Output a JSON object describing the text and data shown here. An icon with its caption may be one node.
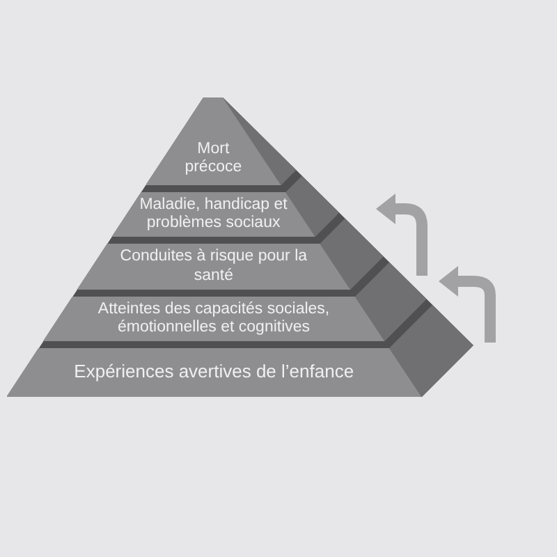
{
  "diagram": {
    "nodes": [
      {
        "text": [
          "Mort précoce"
        ]
      },
      {
        "text": [
          "Maladie, handicap et problèmes sociaux"
        ]
      },
      {
        "text": [
          "Conduites à risque pour la santé"
        ]
      },
      {
        "text": [
          "Atteintes des capacités sociales, émotionnelles et cognitives"
        ]
      },
      {
        "text": [
          "Expériences avertives de l’enfance"
        ]
      }
    ]
  }
}
